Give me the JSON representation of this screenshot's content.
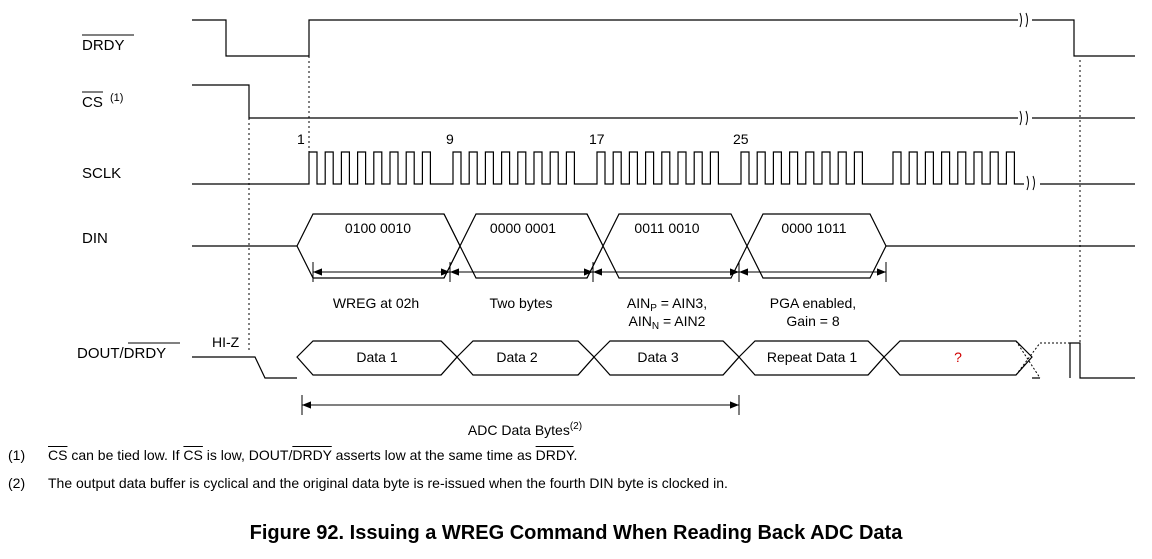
{
  "signals": {
    "drdy": "DRDY",
    "cs": "CS",
    "cs_note_ref": "(1)",
    "sclk": "SCLK",
    "din": "DIN",
    "dout_prefix": "DOUT/",
    "dout_drdy": "DRDY"
  },
  "clock_numbers": [
    "1",
    "9",
    "17",
    "25"
  ],
  "din_bytes": [
    "0100 0010",
    "0000 0001",
    "0011 0010",
    "0000 1011"
  ],
  "annotations": {
    "wreg": "WREG at 02h",
    "two_bytes": "Two bytes",
    "ainp_line": {
      "a": "AIN",
      "sub": "P",
      "b": " = AIN3,"
    },
    "ainn_line": {
      "a": "AIN",
      "sub": "N",
      "b": " = AIN2"
    },
    "pga_line1": "PGA enabled,",
    "pga_line2": "Gain = 8",
    "hiz": "HI-Z",
    "adc_bytes": "ADC Data Bytes",
    "adc_ref": "(2)"
  },
  "dout_bytes": [
    "Data 1",
    "Data 2",
    "Data 3",
    "Repeat Data 1",
    "?"
  ],
  "question_color": "#d00000",
  "notes": [
    {
      "num": "(1)",
      "parts": {
        "p1": "CS",
        "p2": " can be tied low. If ",
        "p3": "CS",
        "p4": " is low, DOUT/",
        "p5": "DRDY",
        "p6": " asserts low at the same time as ",
        "p7": "DRDY",
        "p8": "."
      }
    },
    {
      "num": "(2)",
      "text": "The output data buffer is cyclical and the original data byte is re-issued when the fourth DIN byte is clocked in."
    }
  ],
  "caption": "Figure 92.  Issuing a WREG Command When Reading Back ADC Data"
}
